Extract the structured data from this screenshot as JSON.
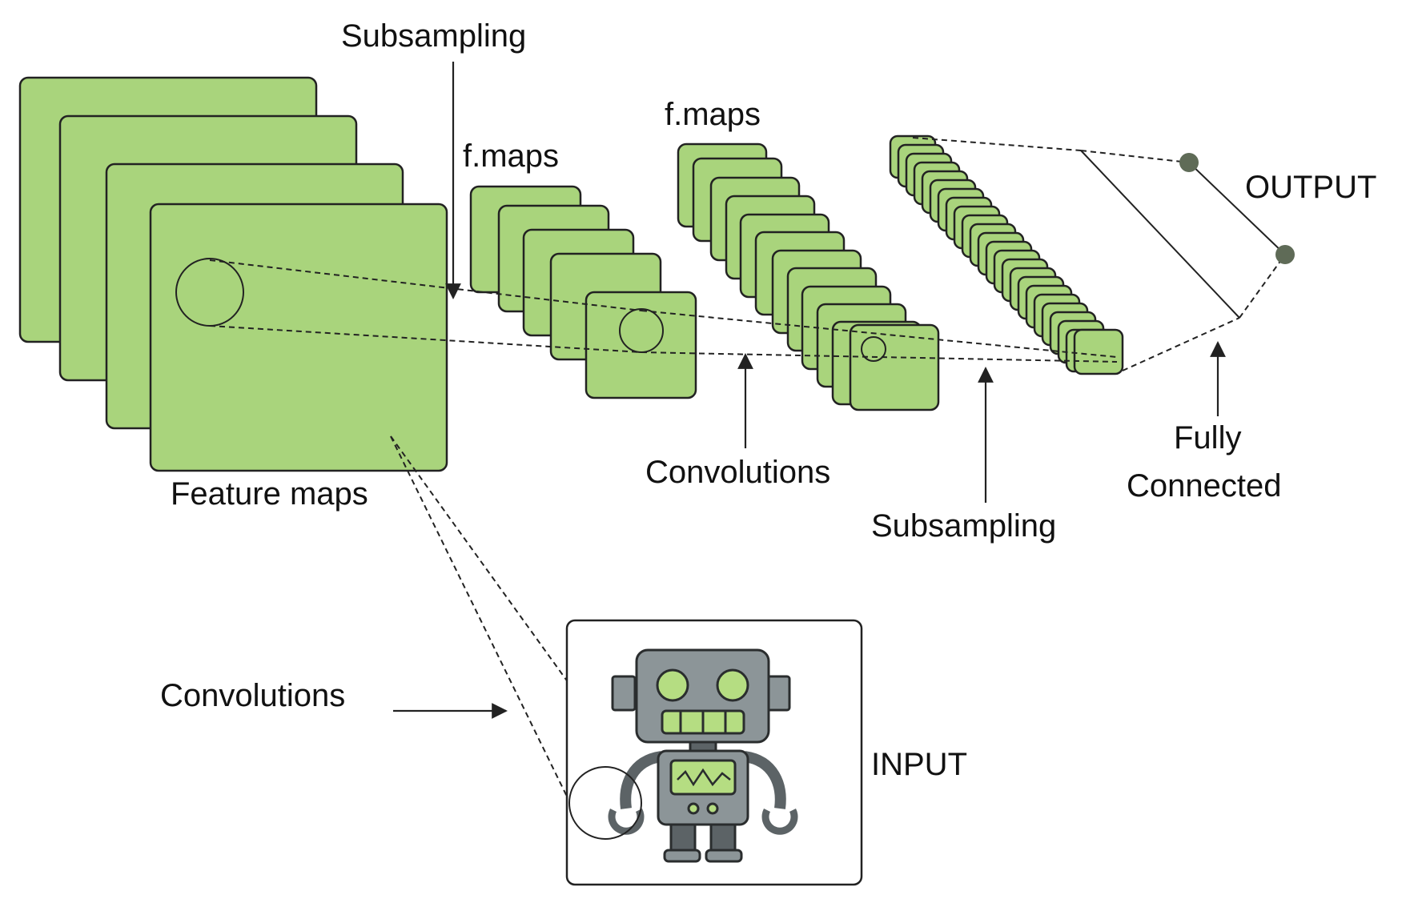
{
  "labels": {
    "subsampling_top": "Subsampling",
    "fmaps_1": "f.maps",
    "fmaps_2": "f.maps",
    "output": "OUTPUT",
    "feature_maps": "Feature maps",
    "convolutions_mid": "Convolutions",
    "subsampling_bottom": "Subsampling",
    "fully": "Fully",
    "connected": "Connected",
    "convolutions_left": "Convolutions",
    "input": "INPUT"
  },
  "colors": {
    "map_fill": "#a9d47c",
    "outline": "#222222",
    "output_node": "#5f6b57",
    "robot_body": "#8c9598",
    "robot_dark": "#5c6366",
    "robot_green": "#b5dd82"
  },
  "icons": {
    "input_image": "robot-icon",
    "output_nodes": "node-dot-icon"
  }
}
